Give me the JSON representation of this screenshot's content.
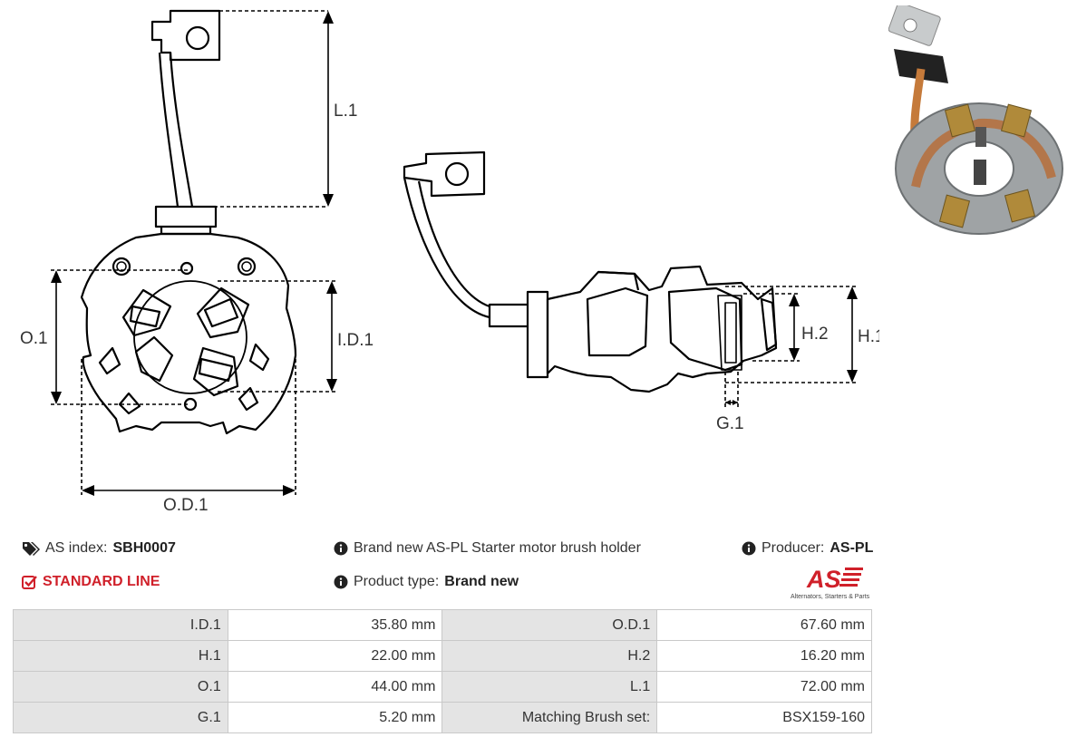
{
  "dimension_labels": {
    "l1": "L.1",
    "o1": "O.1",
    "id1": "I.D.1",
    "od1": "O.D.1",
    "h1": "H.1",
    "h2": "H.2",
    "g1": "G.1"
  },
  "info": {
    "as_index_label": "AS index:",
    "as_index_value": "SBH0007",
    "standard_line": "STANDARD LINE",
    "description": "Brand new AS-PL Starter motor brush holder",
    "product_type_label": "Product type:",
    "product_type_value": "Brand new",
    "producer_label": "Producer:",
    "producer_value": "AS-PL"
  },
  "logo": {
    "mark": "AS",
    "tagline": "Alternators, Starters & Parts",
    "color": "#d0202a"
  },
  "specs": [
    {
      "k1": "I.D.1",
      "v1": "35.80 mm",
      "k2": "O.D.1",
      "v2": "67.60 mm"
    },
    {
      "k1": "H.1",
      "v1": "22.00 mm",
      "k2": "H.2",
      "v2": "16.20 mm"
    },
    {
      "k1": "O.1",
      "v1": "44.00 mm",
      "k2": "L.1",
      "v2": "72.00 mm"
    },
    {
      "k1": "G.1",
      "v1": "5.20 mm",
      "k2": "Matching Brush set:",
      "v2": "BSX159-160"
    }
  ],
  "icons": {
    "tag": "tags-icon",
    "check": "check-square-icon",
    "info": "info-circle-icon"
  },
  "colors": {
    "accent_red": "#d0202a",
    "table_key_bg": "#e4e4e4",
    "table_border": "#c9c9c9"
  }
}
